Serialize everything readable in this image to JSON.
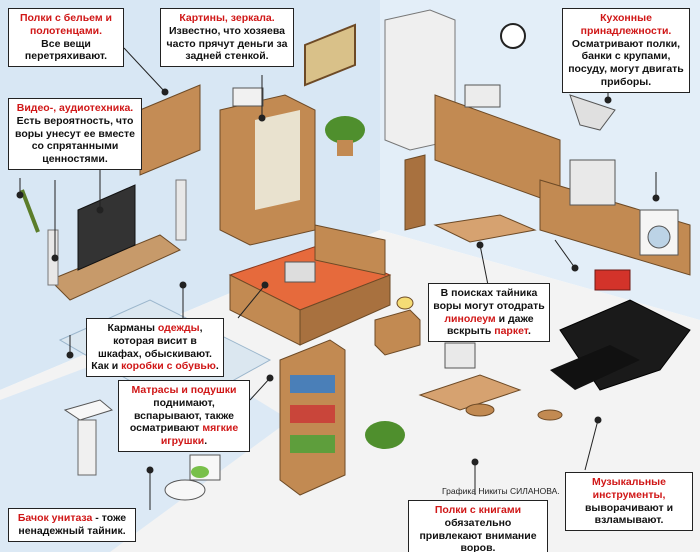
{
  "callouts": {
    "linen": {
      "title": "Полки с бельем и полотенцами.",
      "body": "Все вещи перетряхивают."
    },
    "pictures": {
      "title": "Картины, зеркала.",
      "body": "Известно, что хозяева часто прячут деньги за задней стенкой."
    },
    "kitchen": {
      "title": "Кухонные принадлежности.",
      "body": "Осматривают полки, банки с крупами, посуду, могут двигать приборы."
    },
    "video": {
      "title": "Видео-, аудиотехника.",
      "body": "Есть вероятность, что воры унесут ее вместе со спрятанными ценностями."
    },
    "floor": {
      "p1": "В поисках тайника воры могут отодрать ",
      "r1": "линолеум",
      "p2": " и даже вскрыть ",
      "r2": "паркет",
      "p3": "."
    },
    "clothes": {
      "p1": "Карманы ",
      "r1": "одежды",
      "p2": ", которая висит в шкафах, обыскивают. Как и ",
      "r2": "коробки с обувью",
      "p3": "."
    },
    "mattress": {
      "title": "Матрасы и подушки",
      "body": "поднимают, вспарывают, также осматривают ",
      "red": "мягкие игрушки",
      "end": "."
    },
    "toilet": {
      "red": "Бачок унитаза",
      "body": " - тоже ненадежный тайник."
    },
    "books": {
      "red": "Полки с книгами",
      "body": " обязательно привлекают внимание воров."
    },
    "music": {
      "title": "Музыкальные инструменты,",
      "body": "выворачивают и взламывают."
    }
  },
  "credit": "Графика Никиты СИЛАНОВА.",
  "colors": {
    "accent": "#d01717",
    "floor": "#f2f2f2",
    "wall": "#d7e6f3",
    "wood": "#c28a52"
  }
}
